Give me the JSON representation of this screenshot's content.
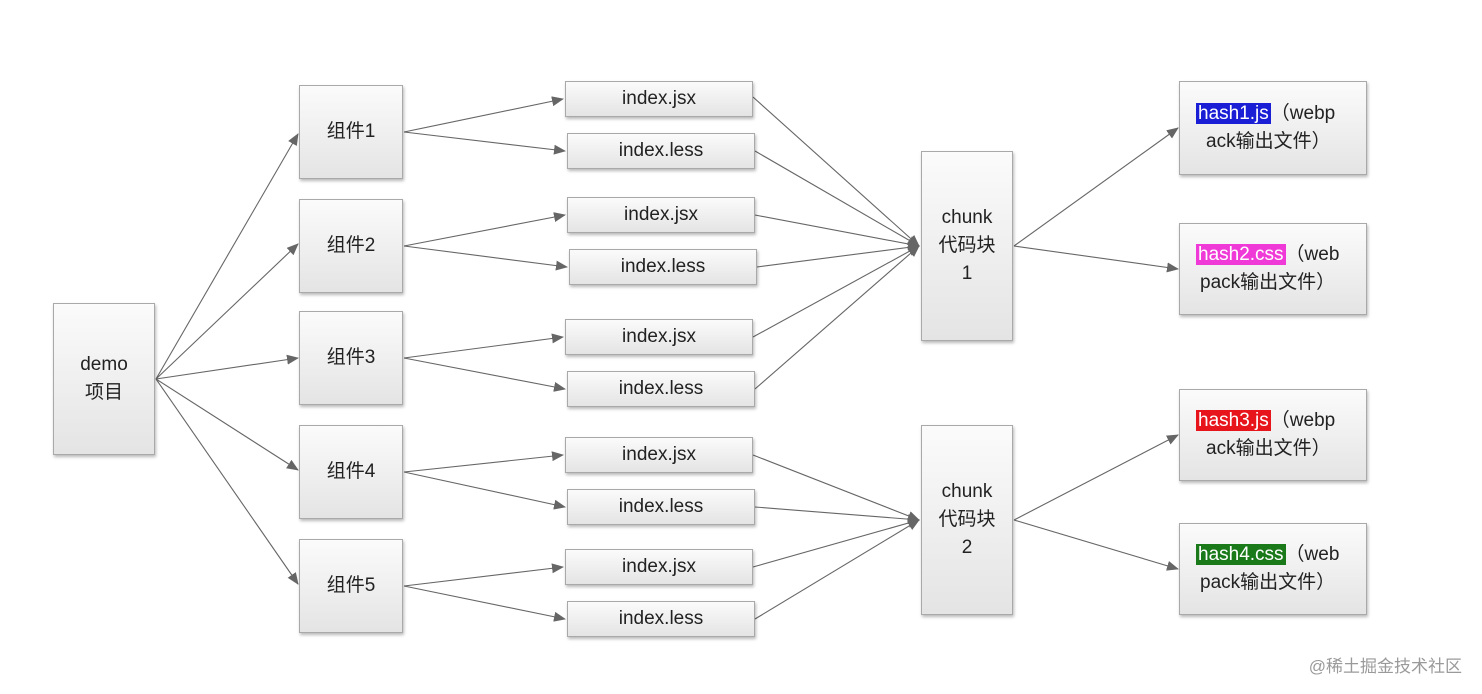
{
  "root": {
    "line1": "demo",
    "line2": "项目"
  },
  "components": [
    {
      "label": "组件1",
      "files": [
        "index.jsx",
        "index.less"
      ]
    },
    {
      "label": "组件2",
      "files": [
        "index.jsx",
        "index.less"
      ]
    },
    {
      "label": "组件3",
      "files": [
        "index.jsx",
        "index.less"
      ]
    },
    {
      "label": "组件4",
      "files": [
        "index.jsx",
        "index.less"
      ]
    },
    {
      "label": "组件5",
      "files": [
        "index.jsx",
        "index.less"
      ]
    }
  ],
  "chunks": [
    {
      "line1": "chunk",
      "line2": "代码块",
      "line3": "1"
    },
    {
      "line1": "chunk",
      "line2": "代码块",
      "line3": "2"
    }
  ],
  "outputs": [
    {
      "file": "hash1.js",
      "file_color": "#1a1fd6",
      "line1_rest": "（webp",
      "line2": "ack输出文件）"
    },
    {
      "file": "hash2.css",
      "file_color": "#f03ad8",
      "line1_rest": "（web",
      "line2": "pack输出文件）"
    },
    {
      "file": "hash3.js",
      "file_color": "#e8141c",
      "line1_rest": "（webp",
      "line2": "ack输出文件）"
    },
    {
      "file": "hash4.css",
      "file_color": "#1a7a1a",
      "line1_rest": "（web",
      "line2": "pack输出文件）"
    }
  ],
  "watermark": "@稀土掘金技术社区",
  "colors": {
    "edge": "#666666"
  }
}
